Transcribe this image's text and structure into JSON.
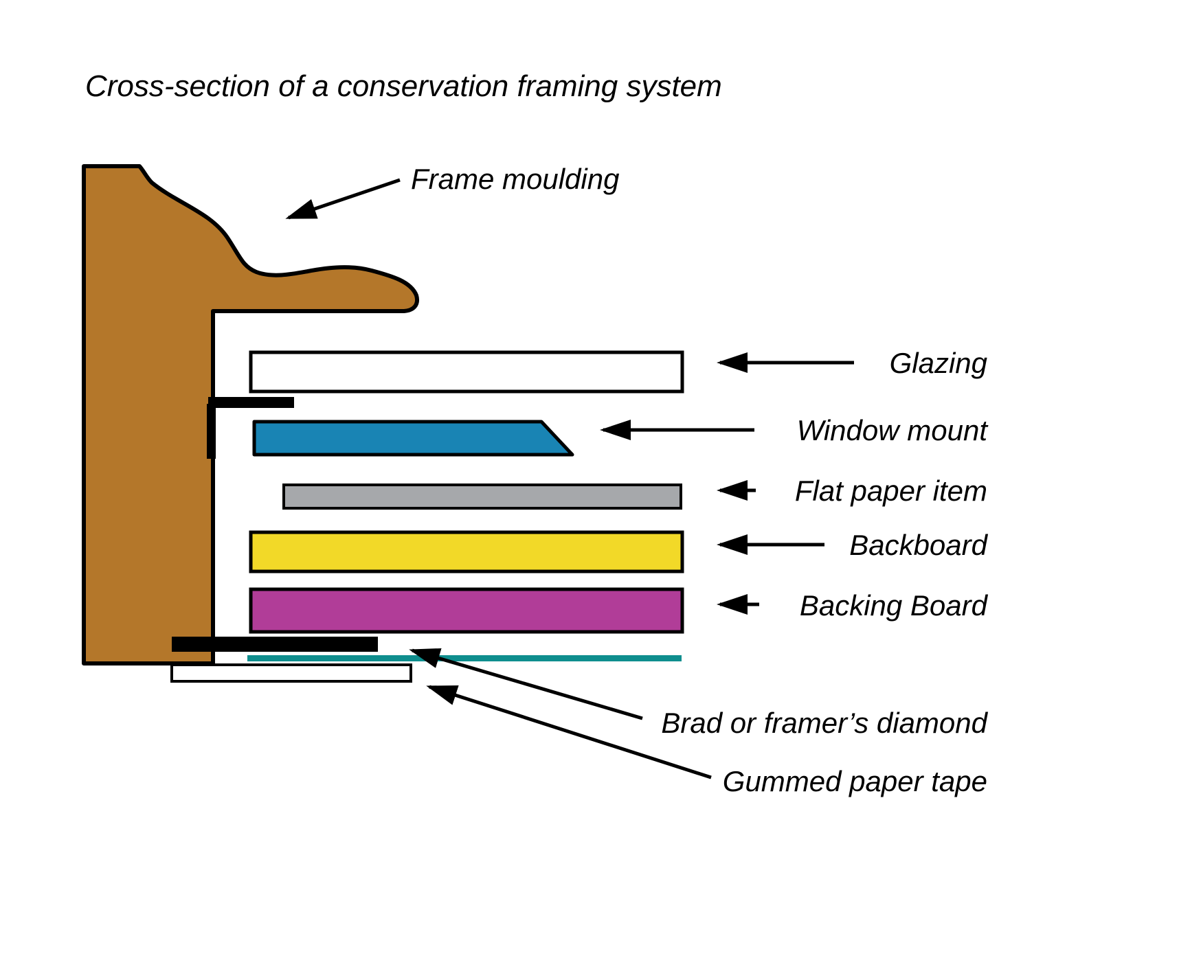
{
  "title": "Cross-section of a conservation framing system",
  "labels": {
    "frame_moulding": "Frame moulding",
    "glazing": "Glazing",
    "window_mount": "Window mount",
    "flat_paper_item": "Flat paper item",
    "backboard": "Backboard",
    "backing_board": "Backing Board",
    "brad": "Brad or framer’s diamond",
    "gummed_tape": "Gummed paper tape"
  },
  "colors": {
    "background": "#ffffff",
    "outline": "#000000",
    "moulding": "#b4772a",
    "glazing": "#ffffff",
    "window_mount": "#1984b4",
    "flat_paper": "#a6a8ab",
    "backboard": "#f2d928",
    "backing_board": "#b13d98",
    "brad": "#000000",
    "tape_line": "#0f8e8e",
    "gummed_tape": "#ffffff"
  }
}
